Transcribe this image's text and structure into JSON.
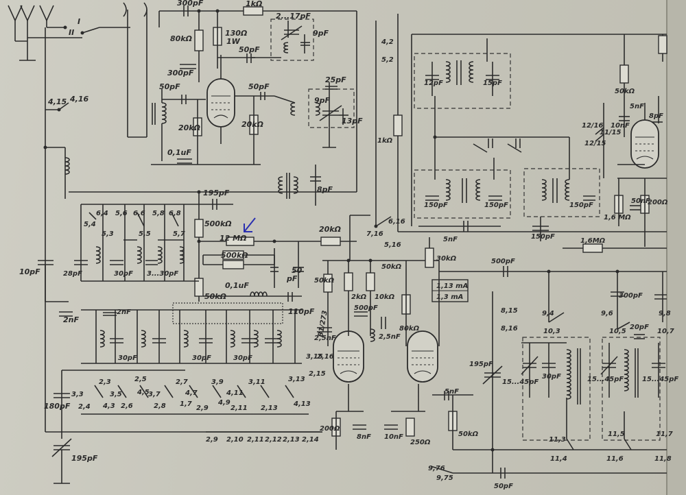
{
  "labels": {
    "c300pF_top": "300pF",
    "r1k_top": "1kΩ",
    "c2_17pF": "2...17pF",
    "r80k": "80kΩ",
    "r130": "130Ω",
    "r130_w": "1W",
    "c9pF_top": "9pF",
    "c50pF_a": "50pF",
    "c300pF_b": "300pF",
    "c50pF_b": "50pF",
    "c50pF_c": "50pF",
    "c25pF": "25pF",
    "c9pF_b": "9pF",
    "c13pF": "13pF",
    "r20k_a": "20kΩ",
    "r20k_b": "20kΩ",
    "c01uF_a": "0,1uF",
    "sw_I": "I",
    "sw_II": "II",
    "sw_415": "4,15",
    "sw_416": "4,16",
    "c10pF": "10pF",
    "c195pF_a": "195pF",
    "c8pF": "8pF",
    "r500k_a": "500kΩ",
    "r12M": "12 MΩ",
    "r500k_b": "500kΩ",
    "c01uF_b": "0,1uF",
    "r50k_a": "50kΩ",
    "c110pF": "110pF",
    "r20k_c": "20kΩ",
    "c50pF_d": "50",
    "c50pF_d_unit": "pF",
    "c2nF_a": "2nF",
    "c2nF_b": "2nF",
    "c28pF": "28pF",
    "c30pF_a": "30pF",
    "c3_30pF": "3...30pF",
    "c30pF_b": "30pF",
    "c30pF_c": "30pF",
    "c30pF_d": "30pF",
    "c180pF": "180pF",
    "c195pF_b": "195pF",
    "r50k_b": "50kΩ",
    "r2k": "2kΩ",
    "r10k": "10kΩ",
    "c500pF_a": "500pF",
    "c25nF_a": "2,5nF",
    "c25nF_b": "2,5nF",
    "r80k_b": "80kΩ",
    "r50k_c": "50kΩ",
    "r200": "200Ω",
    "c8nF": "8nF",
    "c10nF": "10nF",
    "r250": "250Ω",
    "c5nF_a": "5nF",
    "r50k_d": "50kΩ",
    "c195pF_c": "195pF",
    "r30k": "30kΩ",
    "c500pF_b": "500pF",
    "ma1": "1,13 mA",
    "ma2": "1,3 mA",
    "r1k_mid": "1kΩ",
    "sw_42": "4,2",
    "sw_52": "5,2",
    "c12pF": "12pF",
    "c15pF": "15pF",
    "c150pF_a": "150pF",
    "c150pF_b": "150pF",
    "c150pF_c": "150pF",
    "c150pF_d": "150pF",
    "c5nF_b": "5nF",
    "r16M_a": "1,6MΩ",
    "r16M_b": "1,6 MΩ",
    "c50nF": "50nF",
    "r200_b": "200Ω",
    "r50k_e": "50kΩ",
    "c5nF_c": "5nF",
    "c10nF_b": "10nF",
    "c8pF_b": "8pF",
    "sw_1216": "12/16",
    "sw_1115": "11/15",
    "sw_1215": "12/15",
    "sw_616": "6,16",
    "sw_716": "7,16",
    "sw_516": "5,16",
    "c300pF_c": "300pF",
    "sw_815": "8,15",
    "sw_816": "8,16",
    "sw_94": "9,4",
    "sw_96": "9,6",
    "sw_98": "9,8",
    "sw_103": "10,3",
    "sw_105": "10,5",
    "sw_107": "10,7",
    "c15_45pF_a": "15...45pF",
    "c15_45pF_b": "15...45pF",
    "c15_45pF_c": "15...45pF",
    "c30pF_e": "30pF",
    "c20pF": "20pF",
    "sw_113": "11,3",
    "sw_114": "11,4",
    "sw_115": "11,5",
    "sw_116": "11,6",
    "sw_117": "11,7",
    "sw_118": "11,8",
    "sw_976": "9,76",
    "sw_975": "9,75",
    "c50pF_e": "50pF",
    "tube_label": "B1/273",
    "sw_23": "2,3",
    "sw_24": "2,4",
    "sw_25": "2,5",
    "sw_26": "2,6",
    "sw_27": "2,7",
    "sw_28": "2,8",
    "sw_29": "2,9",
    "sw_33": "3,3",
    "sw_35": "3,5",
    "sw_37": "3,7",
    "sw_39": "3,9",
    "sw_311": "3,11",
    "sw_313": "3,13",
    "sw_315": "3,15",
    "sw_43": "4,3",
    "sw_45": "4,5",
    "sw_47": "4,7",
    "sw_49": "4,9",
    "sw_411": "4,11",
    "sw_413": "4,13",
    "sw_17": "1,7",
    "sw_2_9": "2,9",
    "sw_210": "2,10",
    "sw_211": "2,11",
    "sw_212": "2,12",
    "sw_213": "2,13",
    "sw_214": "2,14",
    "sw_54": "5,4",
    "sw_53": "5,3",
    "sw_55": "5,5",
    "sw_56": "5,6",
    "sw_57": "5,7",
    "sw_58": "5,8",
    "sw_64": "6,4",
    "sw_66": "6,6",
    "sw_68": "6,8",
    "sw_215": "2,15",
    "sw_216": "2,16"
  },
  "annotation": {
    "color": "#2a2fb0",
    "mark": "arrow-icon"
  }
}
